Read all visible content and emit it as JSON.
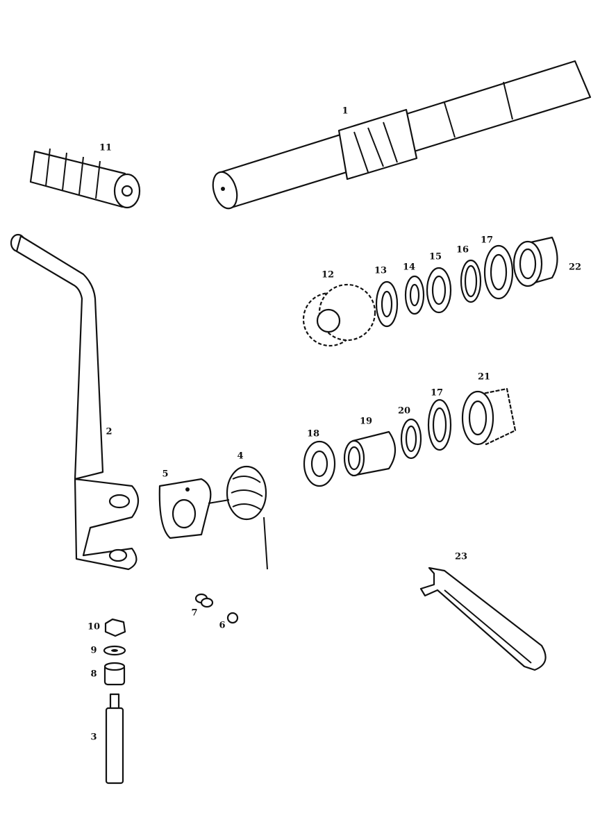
{
  "diagram": {
    "type": "exploded-parts-diagram",
    "parts": [
      {
        "id": "shaft",
        "number": "1"
      },
      {
        "id": "kick-lever",
        "number": "2"
      },
      {
        "id": "pin",
        "number": "3"
      },
      {
        "id": "spring",
        "number": "4"
      },
      {
        "id": "clamp",
        "number": "5"
      },
      {
        "id": "ball",
        "number": "6"
      },
      {
        "id": "small-spring",
        "number": "7"
      },
      {
        "id": "spacer",
        "number": "8"
      },
      {
        "id": "washer",
        "number": "9"
      },
      {
        "id": "nut",
        "number": "10"
      },
      {
        "id": "rubber",
        "number": "11"
      },
      {
        "id": "gear",
        "number": "12"
      },
      {
        "id": "thrust-washer-13",
        "number": "13"
      },
      {
        "id": "spring-14",
        "number": "14"
      },
      {
        "id": "ring-15",
        "number": "15"
      },
      {
        "id": "circlip-16",
        "number": "16"
      },
      {
        "id": "washer-17a",
        "number": "17"
      },
      {
        "id": "washer-17b",
        "number": "17"
      },
      {
        "id": "ring-18",
        "number": "18"
      },
      {
        "id": "sleeve-19",
        "number": "19"
      },
      {
        "id": "ring-20",
        "number": "20"
      },
      {
        "id": "ratchet-21",
        "number": "21"
      },
      {
        "id": "bush-22",
        "number": "22"
      },
      {
        "id": "tool-23",
        "number": "23"
      }
    ]
  }
}
